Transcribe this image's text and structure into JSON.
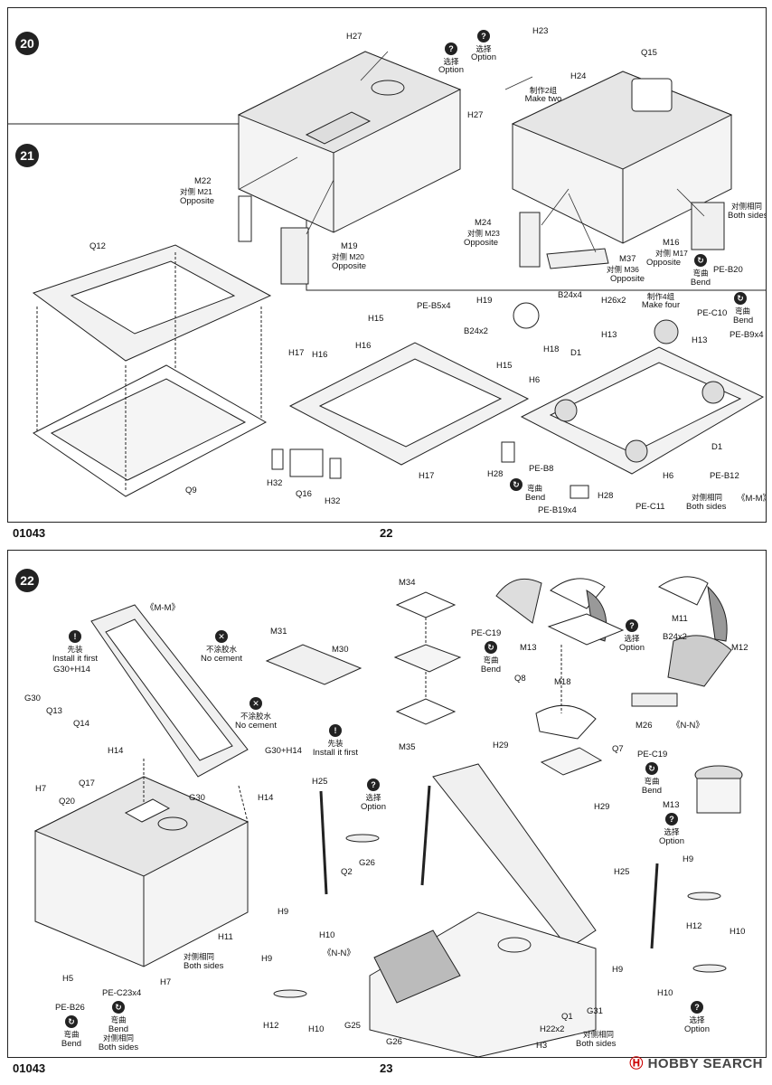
{
  "pages": [
    {
      "footer_code": "01043",
      "page_number": "22",
      "steps": [
        "20",
        "21"
      ]
    },
    {
      "footer_code": "01043",
      "page_number": "23",
      "steps": [
        "22"
      ]
    }
  ],
  "labels": {
    "H27a": "H27",
    "H27b": "H27",
    "option_cn": "选择",
    "option": "Option",
    "H23": "H23",
    "H24": "H24",
    "make_two_cn": "制作2组",
    "make_two": "Make two",
    "Q15": "Q15",
    "M22": "M22",
    "opp_M21_cn": "对侧 M21",
    "opposite": "Opposite",
    "M19": "M19",
    "opp_M20_cn": "对侧 M20",
    "M24": "M24",
    "opp_M23_cn": "对侧 M23",
    "M37": "M37",
    "opp_M36_cn": "对侧 M36",
    "M16": "M16",
    "opp_M17_cn": "对侧 M17",
    "both_sides_cn": "对侧相同",
    "both_sides": "Both sides",
    "bend_cn": "弯曲",
    "bend": "Bend",
    "PE_B20": "PE-B20",
    "Q12": "Q12",
    "Q9": "Q9",
    "H15a": "H15",
    "PE_B5x4": "PE-B5x4",
    "H19": "H19",
    "B24x2": "B24x2",
    "H18": "H18",
    "B24x4": "B24x4",
    "H26x2": "H26x2",
    "make_four_cn": "制作4组",
    "make_four": "Make four",
    "PE_C10": "PE-C10",
    "PE_B9x4": "PE-B9x4",
    "H13a": "H13",
    "H13b": "H13",
    "D1a": "D1",
    "D1b": "D1",
    "H6a": "H6",
    "H6b": "H6",
    "H15b": "H15",
    "H17a": "H17",
    "H16a": "H16",
    "H16b": "H16",
    "H17b": "H17",
    "H32a": "H32",
    "Q16": "Q16",
    "H32b": "H32",
    "H28a": "H28",
    "PE_B8": "PE-B8",
    "PE_B19x4": "PE-B19x4",
    "H28b": "H28",
    "PE_C11": "PE-C11",
    "PE_B12": "PE-B12",
    "MM_ref": "《M-M》",
    "p2_MM": "《M-M》",
    "install_first_cn": "先装",
    "install_first": "Install it first",
    "G30_H14a": "G30+H14",
    "no_cement_cn": "不涂胶水",
    "no_cement": "No cement",
    "G30a": "G30",
    "Q13": "Q13",
    "Q14": "Q14",
    "H14a": "H14",
    "H14b": "H14",
    "G30b": "G30",
    "G30_H14b": "G30+H14",
    "M31": "M31",
    "M30": "M30",
    "M34": "M34",
    "M35": "M35",
    "PE_C19a": "PE-C19",
    "M13a": "M13",
    "M11": "M11",
    "M12": "M12",
    "B24x2b": "B24x2",
    "Q8": "Q8",
    "M18": "M18",
    "H29a": "H29",
    "Q7": "Q7",
    "H29b": "H29",
    "M26": "M26",
    "NN_ref": "《N-N》",
    "PE_C19b": "PE-C19",
    "M13b": "M13",
    "H7a": "H7",
    "Q17": "Q17",
    "H25a": "H25",
    "H25b": "H25",
    "Q2": "Q2",
    "G26a": "G26",
    "H9a": "H9",
    "H10a": "H10",
    "NN_ref2": "《N-N》",
    "H9b": "H9",
    "H12a": "H12",
    "H10b": "H10",
    "H11": "H11",
    "H7b": "H7",
    "H5": "H5",
    "PE_B26": "PE-B26",
    "PE_C23x4": "PE-C23x4",
    "G25": "G25",
    "G26b": "G26",
    "Q1": "Q1",
    "H22x2": "H22x2",
    "H3": "H3",
    "G31": "G31",
    "H9c": "H9",
    "H12b": "H12",
    "H10c": "H10",
    "H9d": "H9",
    "H10d": "H10"
  },
  "watermark": {
    "brand": "HOBBY SEARCH",
    "mark": "Ⓗ"
  }
}
